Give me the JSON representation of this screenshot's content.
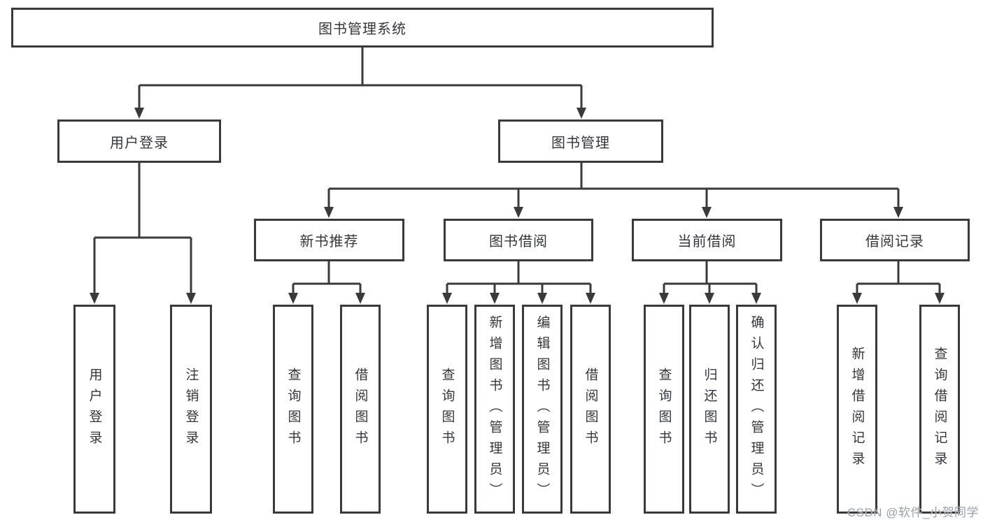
{
  "diagram": {
    "root": {
      "label": "图书管理系统"
    },
    "modules": [
      {
        "label": "用户登录",
        "children": [
          {
            "label": "用户登录"
          },
          {
            "label": "注销登录"
          }
        ]
      },
      {
        "label": "图书管理",
        "children": [
          {
            "label": "新书推荐",
            "children": [
              {
                "label": "查询图书"
              },
              {
                "label": "借阅图书"
              }
            ]
          },
          {
            "label": "图书借阅",
            "children": [
              {
                "label": "查询图书"
              },
              {
                "label": "新增图书（管理员）"
              },
              {
                "label": "编辑图书（管理员）"
              },
              {
                "label": "借阅图书"
              }
            ]
          },
          {
            "label": "当前借阅",
            "children": [
              {
                "label": "查询图书"
              },
              {
                "label": "归还图书"
              },
              {
                "label": "确认归还（管理员）"
              }
            ]
          },
          {
            "label": "借阅记录",
            "children": [
              {
                "label": "新增借阅记录"
              },
              {
                "label": "查询借阅记录"
              }
            ]
          }
        ]
      }
    ]
  },
  "watermark": {
    "text": "CSDN @软件_小贺同学"
  },
  "colors": {
    "line": "#3a3a3a",
    "box_background": "#ffffff",
    "watermark_gray": "#99a0aa"
  }
}
